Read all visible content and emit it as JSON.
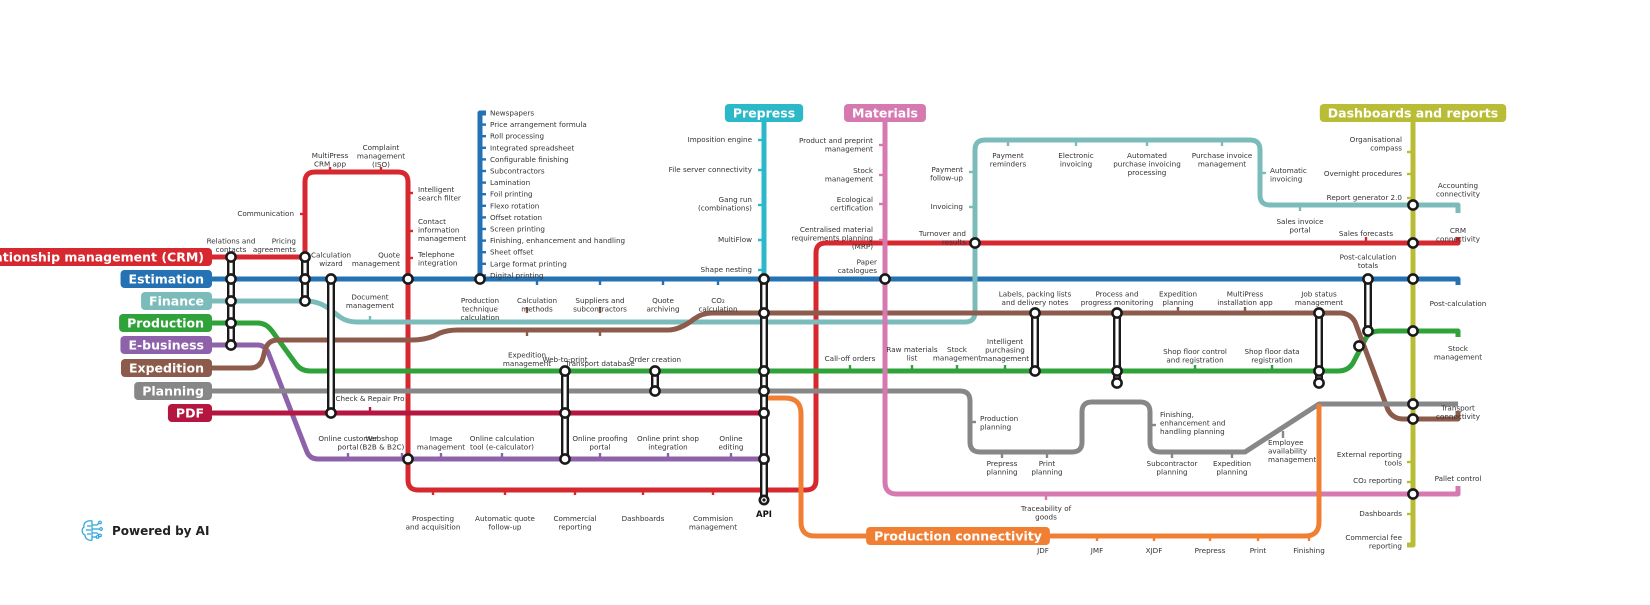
{
  "title": "MultiPress module metro map",
  "colors": {
    "crm": "#d7282f",
    "estimation": "#2472b3",
    "finance": "#7bbcba",
    "production": "#2fa23a",
    "ebusiness": "#8e62ab",
    "expedition": "#8d5b4c",
    "planning": "#878787",
    "pdf": "#b5163f",
    "prepress": "#2bb8c8",
    "materials": "#d579b0",
    "dashboards": "#b9bd35",
    "production_connectivity": "#f07f34",
    "ai": "#2aa3dc"
  },
  "lines": {
    "crm": "Relationship management (CRM)",
    "estimation": "Estimation",
    "finance": "Finance",
    "production": "Production",
    "ebusiness": "E-business",
    "expedition": "Expedition",
    "planning": "Planning",
    "pdf": "PDF",
    "prepress": "Prepress",
    "materials": "Materials",
    "dashboards": "Dashboards and reports",
    "production_connectivity": "Production connectivity"
  },
  "stations": {
    "crm": {
      "relations": [
        "Relations and",
        "contacts"
      ],
      "pricing": [
        "Pricing",
        "agreements"
      ],
      "communication": [
        "Communication"
      ],
      "multipress_app": [
        "MultiPress",
        "CRM app"
      ],
      "complaint": [
        "Complaint",
        "management",
        "(ISO)"
      ],
      "search_filter": [
        "Intelligent",
        "search filter"
      ],
      "contact_info": [
        "Contact",
        "information",
        "management"
      ],
      "telephone": [
        "Telephone",
        "integration"
      ],
      "prospecting": [
        "Prospecting",
        "and acquisition"
      ],
      "quote_followup": [
        "Automatic quote",
        "follow-up"
      ],
      "commercial_reporting": [
        "Commercial",
        "reporting"
      ],
      "dashboards": [
        "Dashboards"
      ],
      "commision": [
        "Commision",
        "management"
      ],
      "turnover": [
        "Turnover and",
        "results"
      ],
      "sales_forecasts": [
        "Sales forecasts"
      ],
      "crm_connectivity": [
        "CRM",
        "connectivity"
      ]
    },
    "estimation": {
      "calc_wizard": [
        "Calculation",
        "wizard"
      ],
      "quote_mgmt": [
        "Quote",
        "management"
      ],
      "production_technique": [
        "Production",
        "technique",
        "calculation"
      ],
      "calc_methods": [
        "Calculation",
        "methods"
      ],
      "suppliers": [
        "Suppliers and",
        "subcontractors"
      ],
      "quote_archiving": [
        "Quote",
        "archiving"
      ],
      "co2_calc": [
        "CO₂",
        "calculation"
      ],
      "paper_catalogues": [
        "Paper",
        "catalogues"
      ],
      "post_calc_totals": [
        "Post-calculation",
        "totals"
      ],
      "post_calc": [
        "Post-calculation"
      ],
      "branch": [
        "Newspapers",
        "Price arrangement formula",
        "Roll processing",
        "Integrated spreadsheet",
        "Configurable finishing",
        "Subcontractors",
        "Lamination",
        "Foil printing",
        "Flexo rotation",
        "Offset rotation",
        "Screen printing",
        "Finishing, enhancement and handling",
        "Sheet offset",
        "Large format printing",
        "Digital printing"
      ]
    },
    "finance": {
      "document_mgmt": [
        "Document",
        "management"
      ],
      "payment_followup": [
        "Payment",
        "follow-up"
      ],
      "invoicing": [
        "Invoicing"
      ],
      "payment_reminders": [
        "Payment",
        "reminders"
      ],
      "electronic_invoicing": [
        "Electronic",
        "invoicing"
      ],
      "auto_purchase": [
        "Automated",
        "purchase invoicing",
        "processing"
      ],
      "purchase_invoice": [
        "Purchase invoice",
        "management"
      ],
      "auto_invoicing": [
        "Automatic",
        "invoicing"
      ],
      "sales_invoice_portal": [
        "Sales invoice",
        "portal"
      ],
      "accounting": [
        "Accounting",
        "connectivity"
      ]
    },
    "production": {
      "web_to_print": [
        "Web-to-print"
      ],
      "order_creation": [
        "Order creation"
      ],
      "call_off": [
        "Call-off orders"
      ],
      "raw_materials": [
        "Raw materials",
        "list"
      ],
      "stock_mgmt": [
        "Stock",
        "management"
      ],
      "intelligent_purchasing": [
        "Intelligent",
        "purchasing",
        "management"
      ],
      "shop_floor_control": [
        "Shop floor control",
        "and registration"
      ],
      "shop_floor_data": [
        "Shop floor data",
        "registration"
      ],
      "stock_mgmt_end": [
        "Stock",
        "management"
      ]
    },
    "ebusiness": {
      "customer_portal": [
        "Online customer",
        "portal"
      ],
      "webshop": [
        "Webshop",
        "(B2B & B2C)"
      ],
      "image_mgmt": [
        "Image",
        "management"
      ],
      "e_calculator": [
        "Online calculation",
        "tool (e-calculator)"
      ],
      "proofing": [
        "Online proofing",
        "portal"
      ],
      "print_shop": [
        "Online print shop",
        "integration"
      ],
      "editing": [
        "Online",
        "editing"
      ]
    },
    "expedition": {
      "expedition_mgmt": [
        "Expedition",
        "management"
      ],
      "transport_db": [
        "Transport database"
      ],
      "labels": [
        "Labels, packing lists",
        "and delivery notes"
      ],
      "process_monitoring": [
        "Process and",
        "progress monitoring"
      ],
      "expedition_planning": [
        "Expedition",
        "planning"
      ],
      "installation_app": [
        "MultiPress",
        "installation app"
      ],
      "job_status": [
        "Job status",
        "management"
      ],
      "transport_connectivity": [
        "Transport",
        "connectivity"
      ]
    },
    "planning": {
      "production_planning": [
        "Production",
        "planning"
      ],
      "prepress_planning": [
        "Prepress",
        "planning"
      ],
      "print_planning": [
        "Print",
        "planning"
      ],
      "finishing_planning": [
        "Finishing,",
        "enhancement and",
        "handling planning"
      ],
      "subcontractor_planning": [
        "Subcontractor",
        "planning"
      ],
      "expedition_planning": [
        "Expedition",
        "planning"
      ],
      "employee_availability": [
        "Employee",
        "availability",
        "management"
      ]
    },
    "pdf": {
      "check_repair": [
        "Check & Repair Pro"
      ]
    },
    "prepress": {
      "imposition": [
        "Imposition engine"
      ],
      "file_server": [
        "File server connectivity"
      ],
      "gang_run": [
        "Gang run",
        "(combinations)"
      ],
      "multiflow": [
        "MultiFlow"
      ],
      "shape_nesting": [
        "Shape nesting"
      ],
      "api": "API"
    },
    "materials": {
      "product_preprint": [
        "Product and preprint",
        "management"
      ],
      "stock": [
        "Stock",
        "management"
      ],
      "eco_cert": [
        "Ecological",
        "certification"
      ],
      "mrp": [
        "Centralised material",
        "requirements planning",
        "(MRP)"
      ],
      "traceability": [
        "Traceability of",
        "goods"
      ],
      "pallet_control": [
        "Pallet control"
      ]
    },
    "dashboards": {
      "org_compass": [
        "Organisational",
        "compass"
      ],
      "overnight": [
        "Overnight procedures"
      ],
      "report_gen": [
        "Report generator 2.0"
      ],
      "external_tools": [
        "External reporting",
        "tools"
      ],
      "co2_reporting": [
        "CO₂ reporting"
      ],
      "dashboards": [
        "Dashboards"
      ],
      "commercial_fee": [
        "Commercial fee",
        "reporting"
      ]
    },
    "production_connectivity": {
      "items": [
        "JDF",
        "JMF",
        "XJDF",
        "Prepress",
        "Print",
        "Finishing"
      ]
    }
  },
  "footer": {
    "powered_by": "Powered by AI",
    "icon": "ai-brain-icon"
  }
}
